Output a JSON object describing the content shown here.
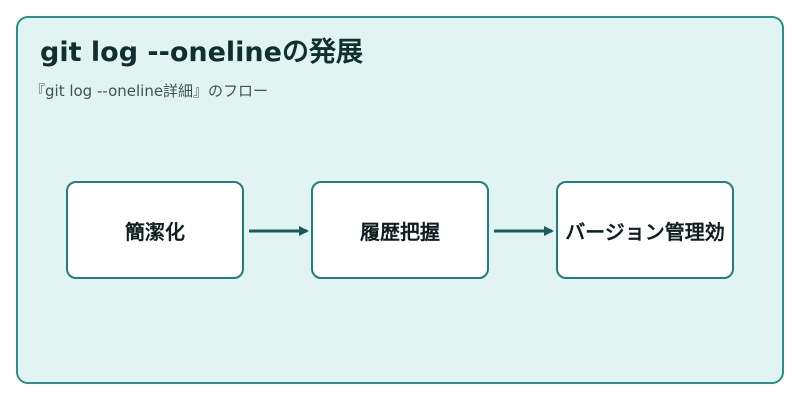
{
  "header": {
    "title": "git log --onelineの発展",
    "subtitle": "『git log --oneline詳細』のフロー"
  },
  "flow": {
    "steps": [
      {
        "label": "簡潔化"
      },
      {
        "label": "履歴把握"
      },
      {
        "label": "バージョン管理効"
      }
    ]
  },
  "colors": {
    "panel_bg": "#e1f4f2",
    "panel_border": "#2a9088",
    "node_border": "#1f7f79",
    "arrow": "#1c5b5b"
  }
}
